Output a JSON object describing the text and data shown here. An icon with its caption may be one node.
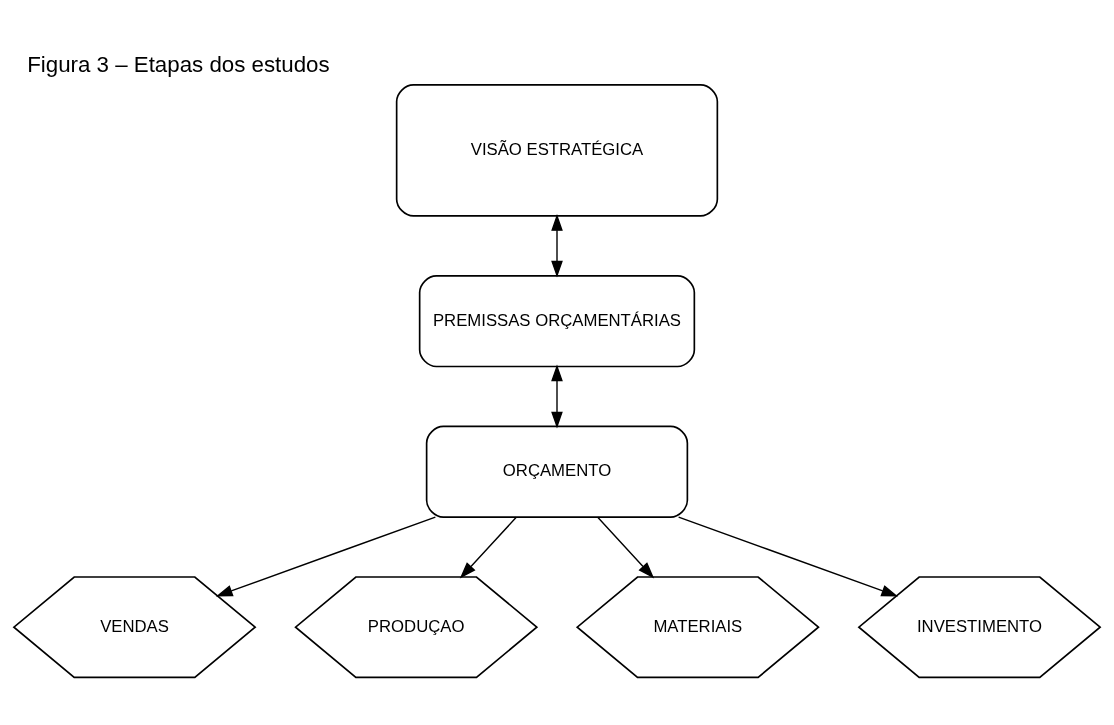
{
  "diagram": {
    "title": "Figura 3 – Etapas dos estudos",
    "nodes": [
      {
        "text": [
          "VISÃO ESTRATÉGICA"
        ]
      },
      {
        "text": [
          "PREMISSAS ORÇAMENTÁRIAS"
        ]
      },
      {
        "text": [
          "ORÇAMENTO"
        ]
      },
      {
        "text": [
          "VENDAS"
        ]
      },
      {
        "text": [
          "PRODUÇAO"
        ]
      },
      {
        "text": [
          "MATERIAIS"
        ]
      },
      {
        "text": [
          "INVESTIMENTO"
        ]
      }
    ],
    "edges": [
      {
        "from": 0,
        "to": 1,
        "arrow": "both"
      },
      {
        "from": 1,
        "to": 2,
        "arrow": "both"
      },
      {
        "from": 2,
        "to": 3,
        "arrow": "to"
      },
      {
        "from": 2,
        "to": 4,
        "arrow": "to"
      },
      {
        "from": 2,
        "to": 5,
        "arrow": "to"
      },
      {
        "from": 2,
        "to": 6,
        "arrow": "to"
      }
    ]
  }
}
